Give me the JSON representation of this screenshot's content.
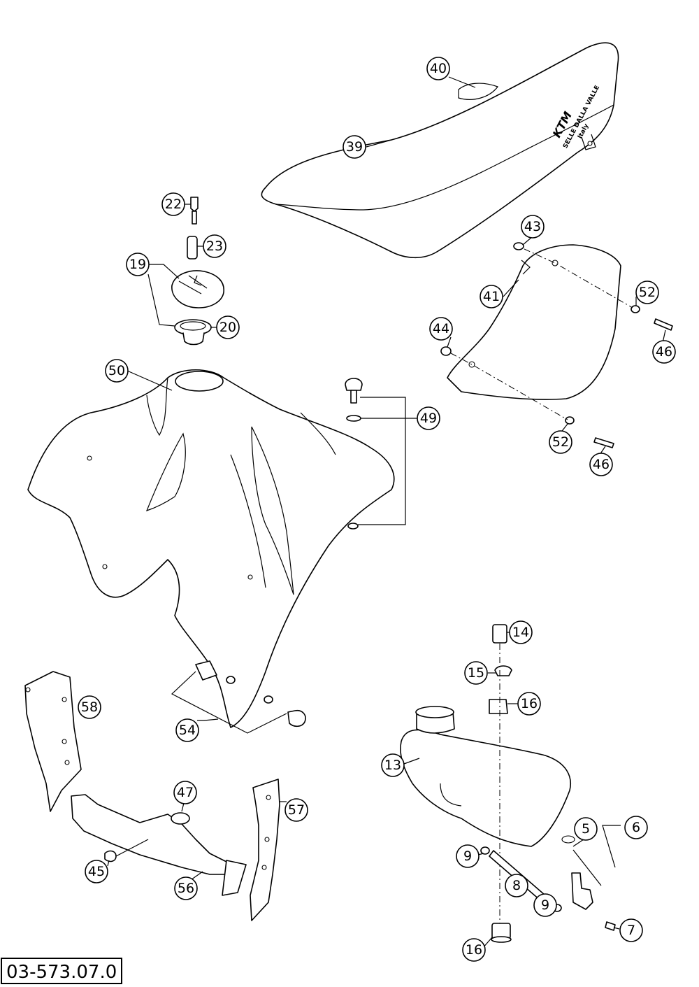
{
  "drawing_number": "03-573.07.0",
  "seat_brand": {
    "logo": "KTM",
    "line1": "SELLE DALLA VALLE",
    "line2": "Italy"
  },
  "callouts": [
    {
      "id": "c40",
      "label": "40"
    },
    {
      "id": "c39",
      "label": "39"
    },
    {
      "id": "c22",
      "label": "22"
    },
    {
      "id": "c23",
      "label": "23"
    },
    {
      "id": "c19",
      "label": "19"
    },
    {
      "id": "c20",
      "label": "20"
    },
    {
      "id": "c43",
      "label": "43"
    },
    {
      "id": "c41",
      "label": "41"
    },
    {
      "id": "c52a",
      "label": "52"
    },
    {
      "id": "c46a",
      "label": "46"
    },
    {
      "id": "c44",
      "label": "44"
    },
    {
      "id": "c52b",
      "label": "52"
    },
    {
      "id": "c46b",
      "label": "46"
    },
    {
      "id": "c50",
      "label": "50"
    },
    {
      "id": "c49",
      "label": "49"
    },
    {
      "id": "c14",
      "label": "14"
    },
    {
      "id": "c15",
      "label": "15"
    },
    {
      "id": "c16a",
      "label": "16"
    },
    {
      "id": "c13",
      "label": "13"
    },
    {
      "id": "c58",
      "label": "58"
    },
    {
      "id": "c54",
      "label": "54"
    },
    {
      "id": "c47",
      "label": "47"
    },
    {
      "id": "c57",
      "label": "57"
    },
    {
      "id": "c45",
      "label": "45"
    },
    {
      "id": "c56",
      "label": "56"
    },
    {
      "id": "c5",
      "label": "5"
    },
    {
      "id": "c6",
      "label": "6"
    },
    {
      "id": "c9a",
      "label": "9"
    },
    {
      "id": "c8",
      "label": "8"
    },
    {
      "id": "c9b",
      "label": "9"
    },
    {
      "id": "c7",
      "label": "7"
    },
    {
      "id": "c16b",
      "label": "16"
    }
  ]
}
